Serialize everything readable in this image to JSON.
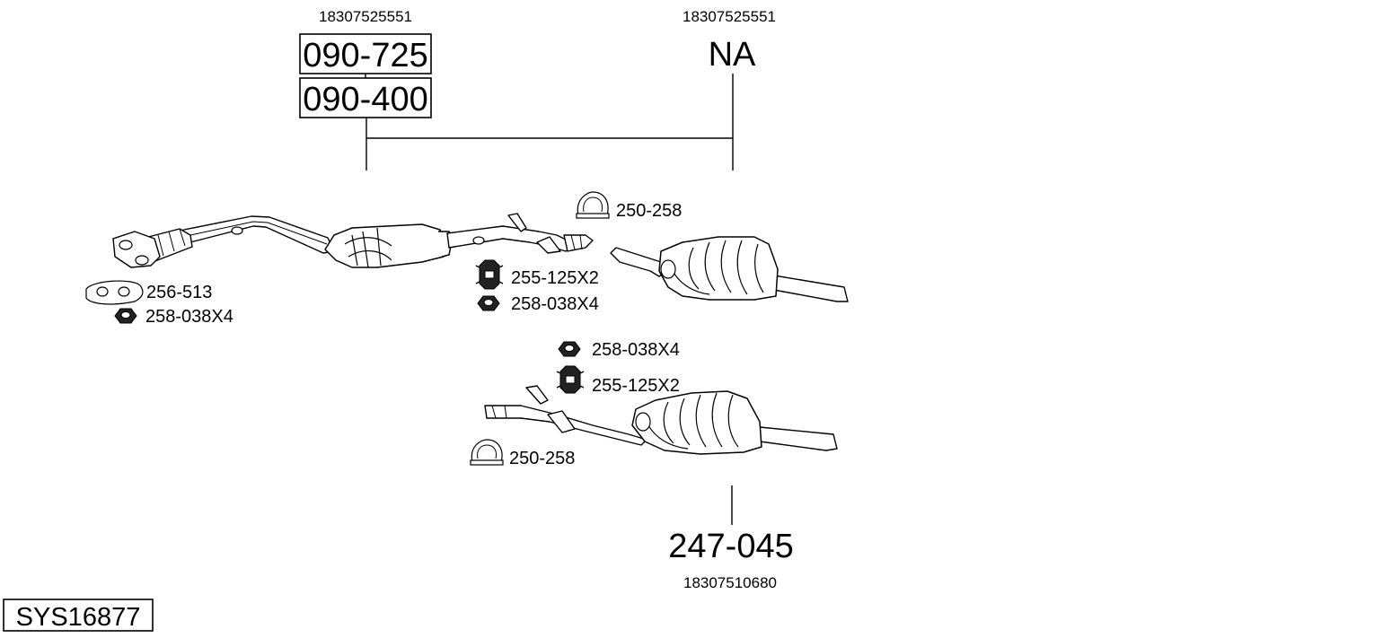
{
  "header": {
    "oem_left": "18307525551",
    "oem_right": "18307525551"
  },
  "parts": {
    "front_top": "090-725",
    "front_bottom": "090-400",
    "middle_na": "NA",
    "rear": "247-045"
  },
  "oem_rear": "18307510680",
  "accessories": {
    "gasket": "256-513",
    "nut_front": "258-038X4",
    "clamp_upper": "250-258",
    "mount_upper": "255-125X2",
    "nut_upper": "258-038X4",
    "nut_lower": "258-038X4",
    "mount_lower": "255-125X2",
    "clamp_lower": "250-258"
  },
  "system_id": "SYS16877"
}
